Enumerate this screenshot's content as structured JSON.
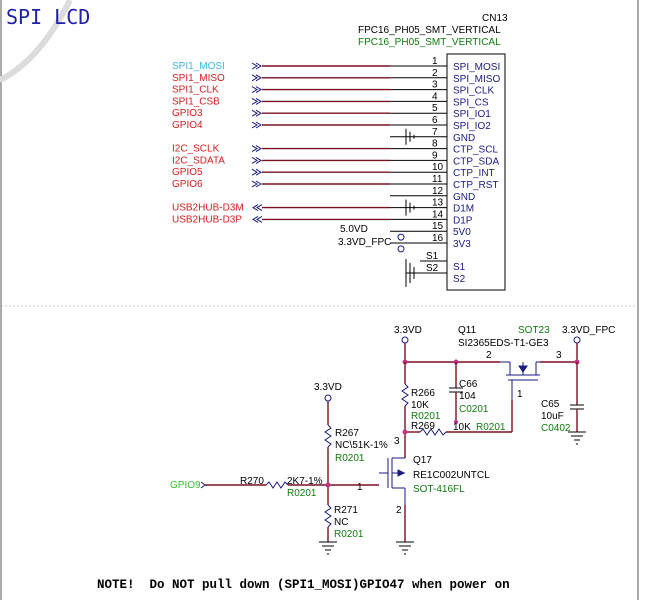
{
  "sheet_title": "SPI LCD",
  "connector": {
    "ref": "CN13",
    "part_lines": [
      "FPC16_PH05_SMT_VERTICAL",
      "FPC16_PH05_SMT_VERTICAL"
    ],
    "pins": [
      {
        "num": "1",
        "name": "SPI_MOSI",
        "net": "SPI1_MOSI",
        "net_color": "#3fb6e6"
      },
      {
        "num": "2",
        "name": "SPI_MISO",
        "net": "SPI1_MISO",
        "net_color": "#d02020"
      },
      {
        "num": "3",
        "name": "SPI_CLK",
        "net": "SPI1_CLK",
        "net_color": "#d02020"
      },
      {
        "num": "4",
        "name": "SPI_CS",
        "net": "SPI1_CSB",
        "net_color": "#d02020"
      },
      {
        "num": "5",
        "name": "SPI_IO1",
        "net": "GPIO3",
        "net_color": "#d02020"
      },
      {
        "num": "6",
        "name": "SPI_IO2",
        "net": "GPIO4",
        "net_color": "#d02020"
      },
      {
        "num": "7",
        "name": "GND",
        "net": "",
        "net_color": ""
      },
      {
        "num": "8",
        "name": "CTP_SCL",
        "net": "",
        "net_color": ""
      },
      {
        "num": "9",
        "name": "CTP_SDA",
        "net": "I2C_SCLK",
        "net_color": "#d02020"
      },
      {
        "num": "10",
        "name": "CTP_INT",
        "net": "I2C_SDATA",
        "net_color": "#d02020"
      },
      {
        "num": "11",
        "name": "CTP_RST",
        "net": "GPIO5",
        "net_color": "#d02020"
      },
      {
        "num": "12",
        "name": "GND",
        "net": "GPIO6",
        "net_color": "#d02020"
      },
      {
        "num": "13",
        "name": "D1M",
        "net": "",
        "net_color": ""
      },
      {
        "num": "14",
        "name": "D1P",
        "net": "USB2HUB-D3M",
        "net_color": "#d02020"
      },
      {
        "num": "15",
        "name": "5V0",
        "net": "USB2HUB-D3P",
        "net_color": "#d02020"
      },
      {
        "num": "16",
        "name": "3V3",
        "net": "5.0VD",
        "net_color": "#000000"
      }
    ],
    "extra_net": "3.3VD_FPC",
    "shield_pins": [
      {
        "num": "S1",
        "name": "S1"
      },
      {
        "num": "S2",
        "name": "S2"
      }
    ]
  },
  "power_circuit": {
    "rail_in": "3.3VD",
    "rail_out": "3.3VD_FPC",
    "q11": {
      "ref": "Q11",
      "pkg": "SOT23",
      "part": "SI2365EDS-T1-GE3",
      "pin_left": "2",
      "pin_right": "3",
      "pin_gate": "1"
    },
    "c66": {
      "ref": "C66",
      "value": "104",
      "pkg": "C0201"
    },
    "c65": {
      "ref": "C65",
      "value": "10uF",
      "pkg": "C0402"
    },
    "r266": {
      "ref": "R266",
      "value": "10K",
      "pkg": "R0201"
    },
    "r269": {
      "ref": "R269",
      "value": "10K",
      "pkg": "R0201"
    },
    "q17": {
      "ref": "Q17",
      "part": "RE1C002UNTCL",
      "pkg": "SOT-416FL",
      "pin_d": "3",
      "pin_g": "1",
      "pin_s": "2"
    },
    "rail_left": "3.3VD",
    "r267": {
      "ref": "R267",
      "value": "NC\\51K-1%",
      "pkg": "R0201"
    },
    "r270": {
      "ref": "R270",
      "value": "2K7-1%",
      "pkg": "R0201"
    },
    "r271": {
      "ref": "R271",
      "value": "NC",
      "pkg": "R0201"
    },
    "gpio": "GPIO9"
  },
  "note": "NOTE!  Do NOT pull down (SPI1_MOSI)GPIO47 when power on"
}
